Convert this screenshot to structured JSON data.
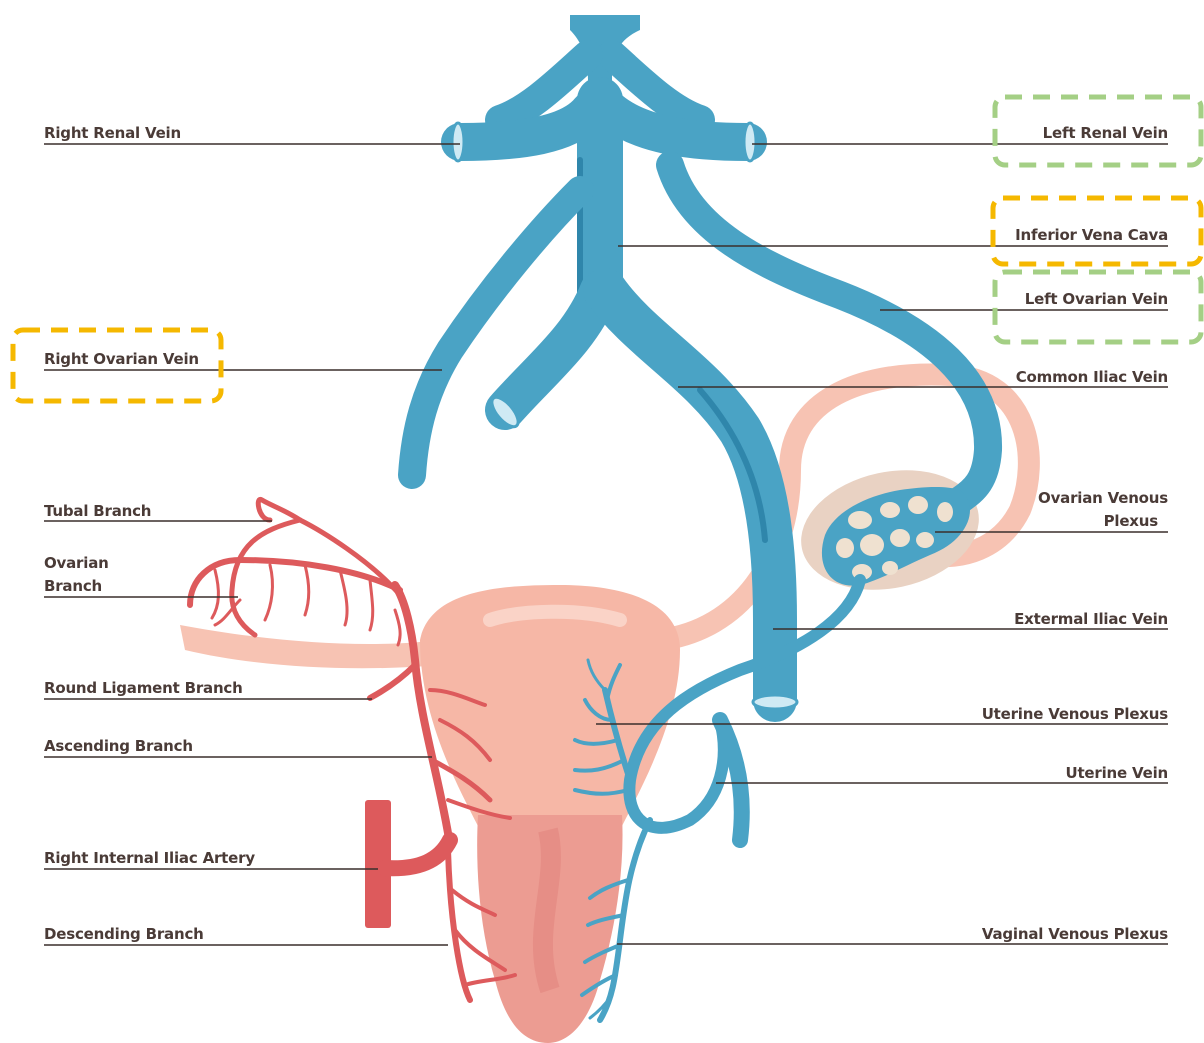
{
  "labels": {
    "right_renal_vein": "Right Renal Vein",
    "right_ovarian_vein": "Right Ovarian Vein",
    "tubal_branch": "Tubal Branch",
    "ovarian_branch_line1": "Ovarian",
    "ovarian_branch_line2": "Branch",
    "round_ligament_branch": "Round Ligament Branch",
    "ascending_branch": "Ascending Branch",
    "right_internal_iliac_artery": "Right Internal Iliac Artery",
    "descending_branch": "Descending Branch",
    "left_renal_vein": "Left Renal Vein",
    "inferior_vena_cava": "Inferior Vena Cava",
    "left_ovarian_vein": "Left Ovarian Vein",
    "common_iliac_vein": "Common Iliac Vein",
    "ovarian_venous_plexus_line1": "Ovarian Venous",
    "ovarian_venous_plexus_line2": "Plexus",
    "external_iliac_vein": "Extermal Iliac Vein",
    "uterine_venous_plexus": "Uterine Venous Plexus",
    "uterine_vein": "Uterine Vein",
    "vaginal_venous_plexus": "Vaginal Venous Plexus"
  },
  "colors": {
    "vein": "#4aa3c5",
    "vein_dark": "#2f86ab",
    "artery": "#dd5a5c",
    "uterus": "#f6b7a6",
    "ovary": "#e9d2c3",
    "highlight_green": "#a4cf85",
    "highlight_orange": "#f5b800",
    "leader_line": "#3a2f2c"
  }
}
